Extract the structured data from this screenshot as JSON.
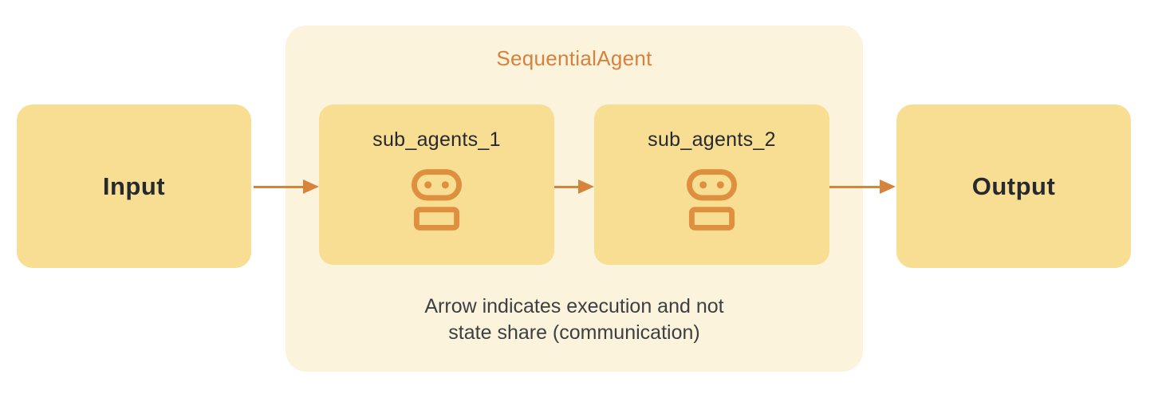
{
  "diagram": {
    "title": "SequentialAgent",
    "input_label": "Input",
    "output_label": "Output",
    "sub_agents": [
      {
        "label": "sub_agents_1",
        "icon": "robot-icon"
      },
      {
        "label": "sub_agents_2",
        "icon": "robot-icon"
      }
    ],
    "caption": {
      "lines": [
        "Arrow indicates execution and not",
        "state share (communication)"
      ]
    },
    "arrows": [
      {
        "from": "input",
        "to": "sub_agents_1"
      },
      {
        "from": "sub_agents_1",
        "to": "sub_agents_2"
      },
      {
        "from": "sub_agents_2",
        "to": "output"
      }
    ],
    "colors": {
      "background": "#FFFFFF",
      "node_fill": "#F8DE92",
      "container_fill": "#FCF3DC",
      "arrow_orange": "#D6843C",
      "icon_orange": "#DE9040",
      "title_orange": "#D6813C",
      "node_text": "#26292E",
      "caption_text": "#3C4043"
    }
  }
}
